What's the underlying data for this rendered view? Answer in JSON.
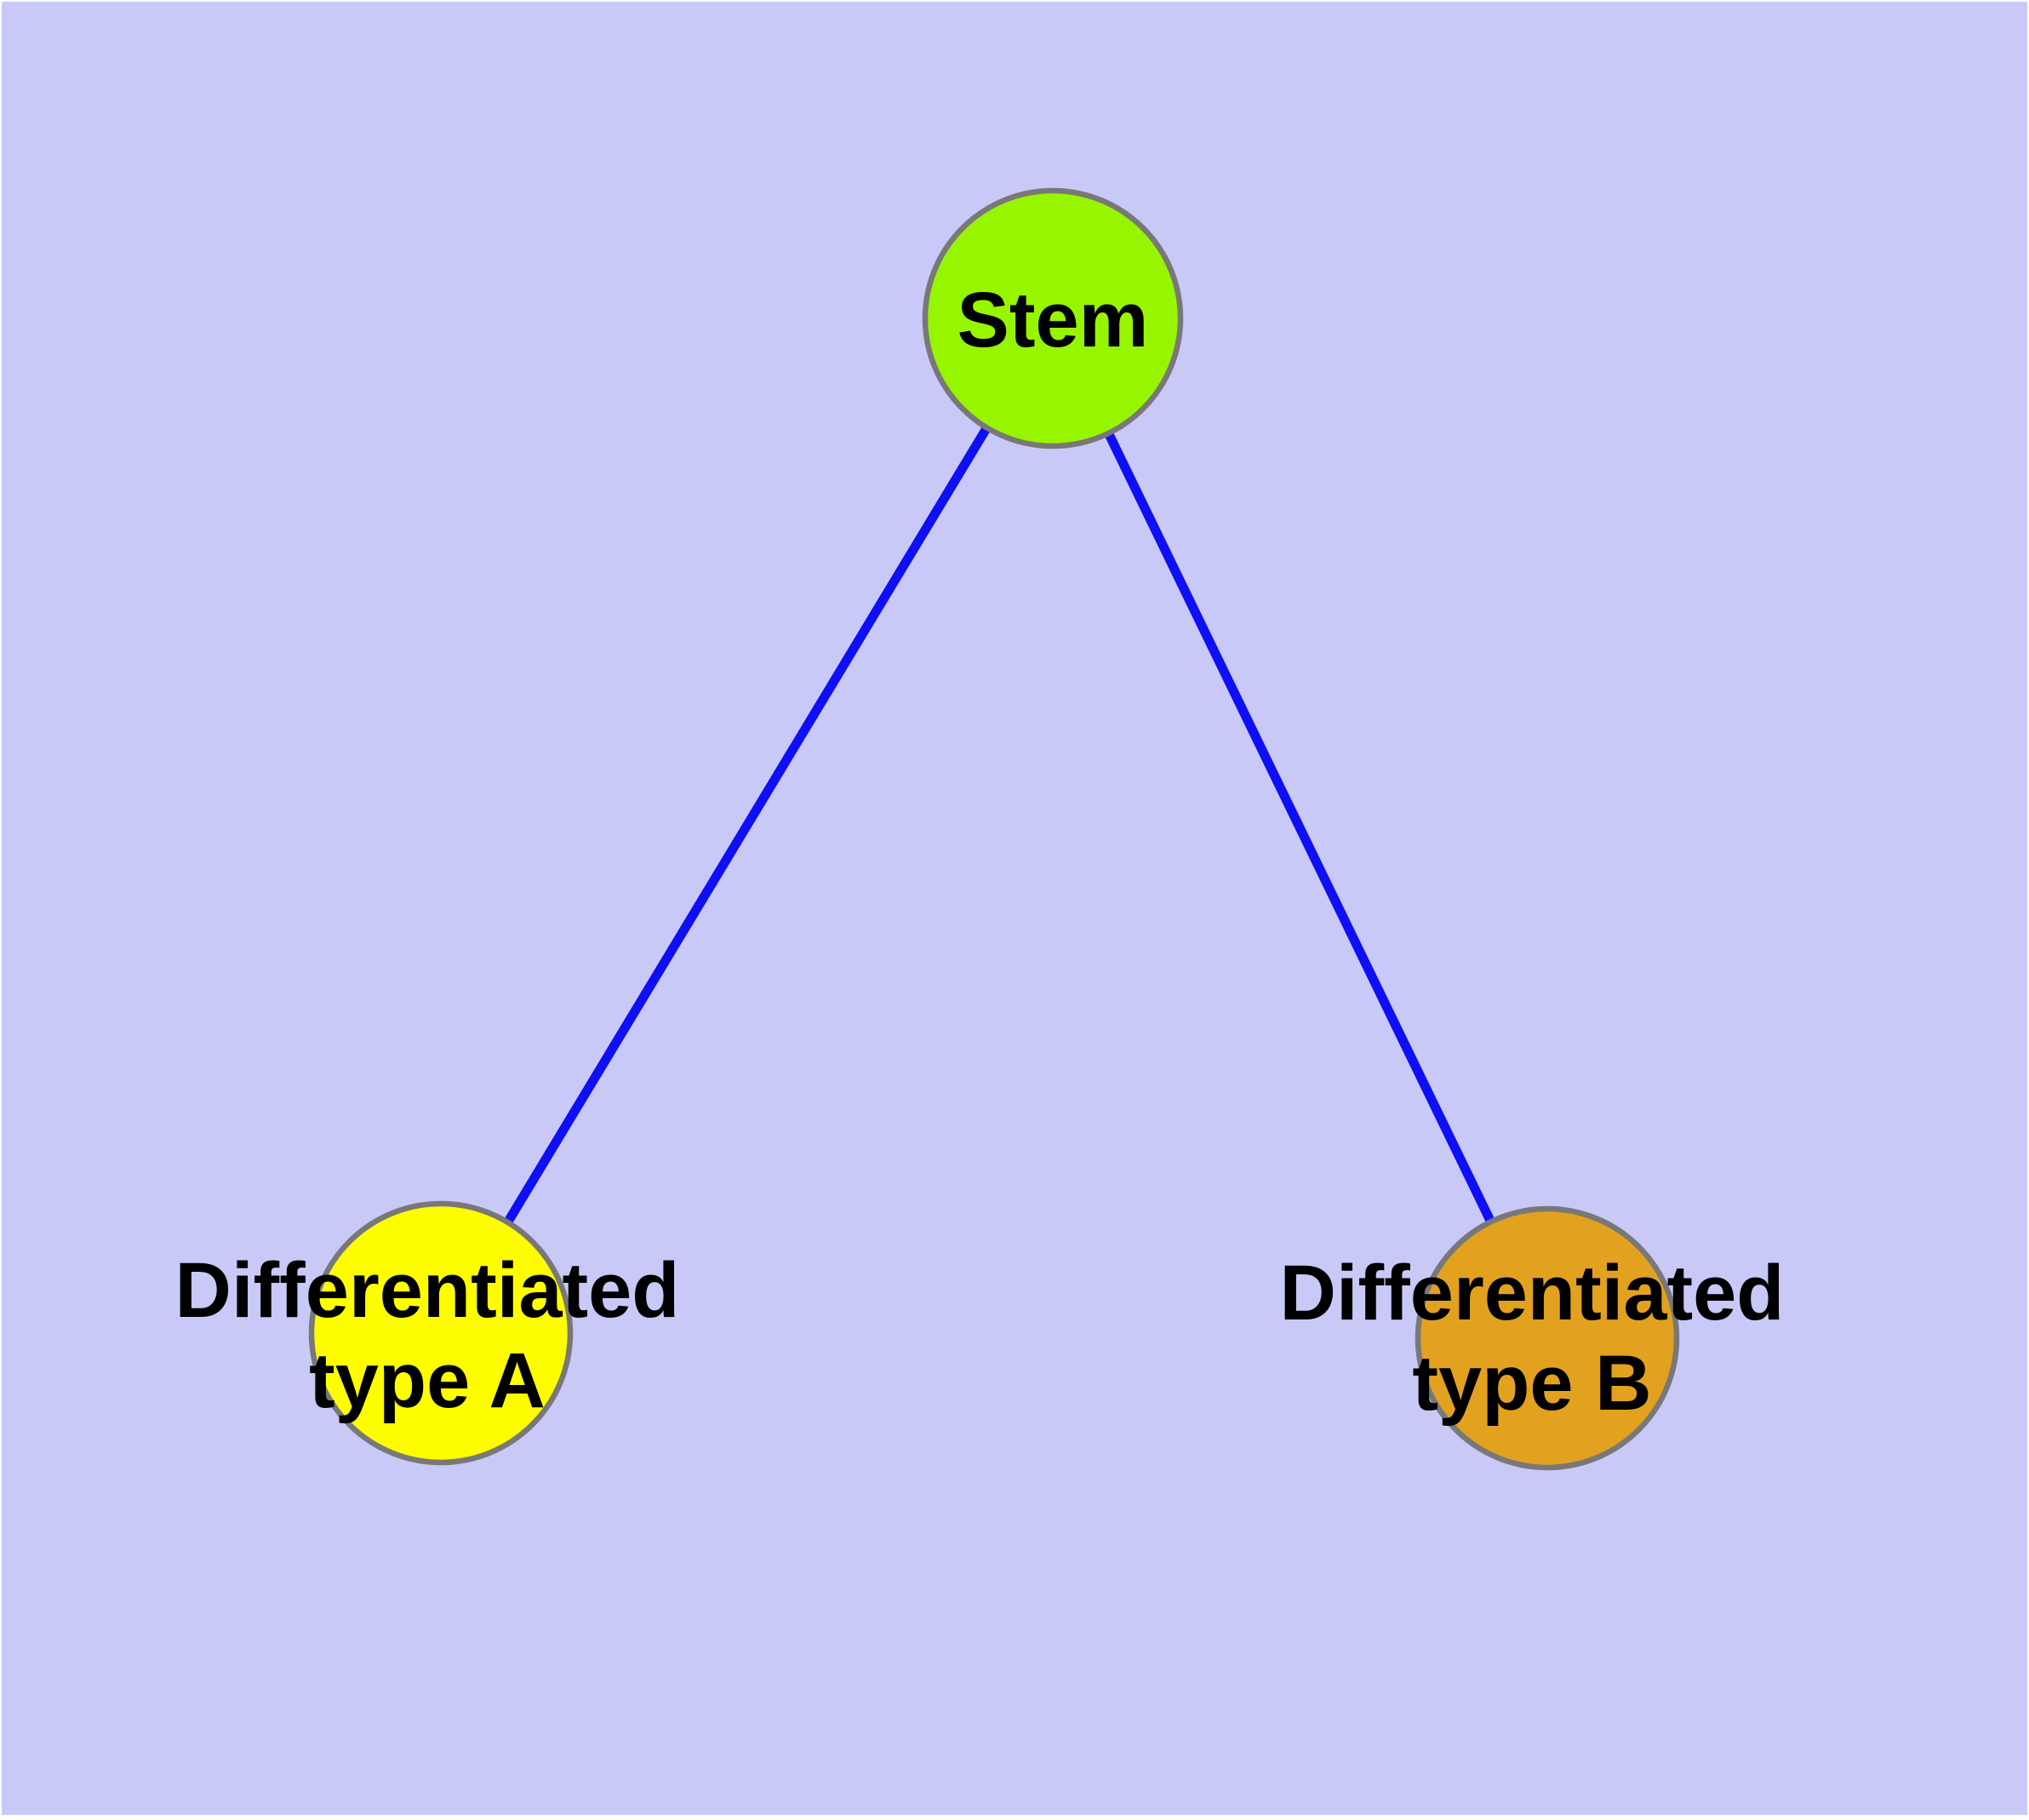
{
  "diagram": {
    "colors": {
      "background": "#c9c9f8",
      "edge": "#0f0ff5",
      "node_border": "#787878",
      "label_text": "#000000"
    },
    "nodes": {
      "stem": {
        "label": "Stem",
        "fill": "#98f500"
      },
      "type_a": {
        "label_line1": "Differentiated",
        "label_line2": "type A",
        "fill": "#fdfd00"
      },
      "type_b": {
        "label_line1": "Differentiated",
        "label_line2": "type B",
        "fill": "#e2a11f"
      }
    },
    "edges": [
      {
        "from": "stem",
        "to": "type_a"
      },
      {
        "from": "stem",
        "to": "type_b"
      }
    ]
  }
}
